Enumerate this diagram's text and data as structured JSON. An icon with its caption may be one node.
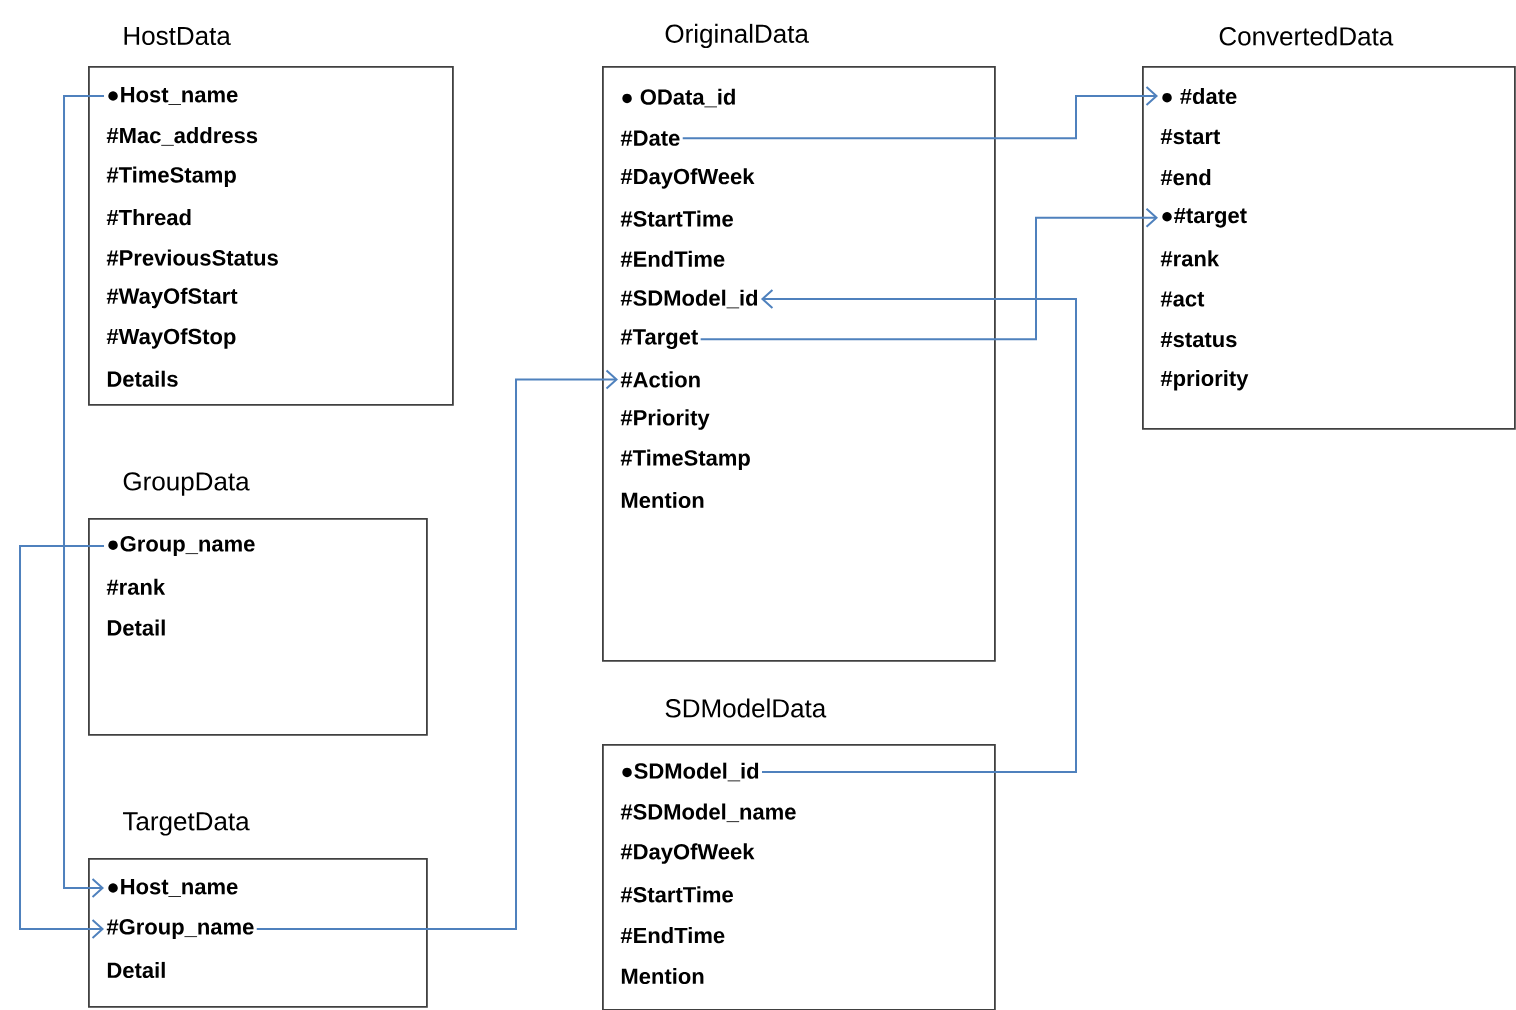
{
  "diagram": {
    "nodes": [
      {
        "text": [
          "HostData"
        ]
      },
      {
        "text": [
          "●Host_name"
        ],
        "in": 0
      },
      {
        "text": [
          "#Mac_address"
        ],
        "in": 0
      },
      {
        "text": [
          "#TimeStamp"
        ],
        "in": 0
      },
      {
        "text": [
          "#Thread"
        ],
        "in": 0
      },
      {
        "text": [
          "#PreviousStatus"
        ],
        "in": 0
      },
      {
        "text": [
          "#WayOfStart"
        ],
        "in": 0
      },
      {
        "text": [
          "#WayOfStop"
        ],
        "in": 0
      },
      {
        "text": [
          "Details"
        ],
        "in": 0
      },
      {
        "text": [
          "OriginalData"
        ]
      },
      {
        "text": [
          "● OData_id"
        ],
        "in": 9
      },
      {
        "text": [
          "#Date"
        ],
        "in": 9
      },
      {
        "text": [
          "#DayOfWeek"
        ],
        "in": 9
      },
      {
        "text": [
          "#StartTime"
        ],
        "in": 9
      },
      {
        "text": [
          "#EndTime"
        ],
        "in": 9
      },
      {
        "text": [
          "#SDModel_id"
        ],
        "in": 9
      },
      {
        "text": [
          "#Target"
        ],
        "in": 9
      },
      {
        "text": [
          "#Action"
        ],
        "in": 9
      },
      {
        "text": [
          "#Priority"
        ],
        "in": 9
      },
      {
        "text": [
          "#TimeStamp"
        ],
        "in": 9
      },
      {
        "text": [
          "Mention"
        ],
        "in": 9
      },
      {
        "text": [
          "ConvertedData"
        ]
      },
      {
        "text": [
          "● #date"
        ],
        "in": 21
      },
      {
        "text": [
          "#start"
        ],
        "in": 21
      },
      {
        "text": [
          "#end"
        ],
        "in": 21
      },
      {
        "text": [
          "●#target"
        ],
        "in": 21
      },
      {
        "text": [
          "#rank"
        ],
        "in": 21
      },
      {
        "text": [
          "#act"
        ],
        "in": 21
      },
      {
        "text": [
          "#status"
        ],
        "in": 21
      },
      {
        "text": [
          "#priority"
        ],
        "in": 21
      },
      {
        "text": [
          "GroupData"
        ]
      },
      {
        "text": [
          "●Group_name"
        ],
        "in": 30
      },
      {
        "text": [
          "#rank"
        ],
        "in": 30
      },
      {
        "text": [
          "Detail"
        ],
        "in": 30
      },
      {
        "text": [
          "SDModelData"
        ]
      },
      {
        "text": [
          "●SDModel_id"
        ],
        "in": 34
      },
      {
        "text": [
          "#SDModel_name"
        ],
        "in": 34
      },
      {
        "text": [
          "#DayOfWeek"
        ],
        "in": 34
      },
      {
        "text": [
          "#StartTime"
        ],
        "in": 34
      },
      {
        "text": [
          "#EndTime"
        ],
        "in": 34
      },
      {
        "text": [
          "Mention"
        ],
        "in": 34
      },
      {
        "text": [
          "TargetData"
        ]
      },
      {
        "text": [
          "●Host_name"
        ],
        "in": 41
      },
      {
        "text": [
          "#Group_name"
        ],
        "in": 41
      },
      {
        "text": [
          "Detail"
        ],
        "in": 41
      }
    ],
    "edges": [
      {
        "from": 1,
        "to": 42,
        "arrow": "to"
      },
      {
        "from": 31,
        "to": 43,
        "arrow": "to"
      },
      {
        "from": 43,
        "to": 17,
        "arrow": "to"
      },
      {
        "from": 11,
        "to": 22,
        "arrow": "to"
      },
      {
        "from": 16,
        "to": 25,
        "arrow": "to"
      },
      {
        "from": 35,
        "to": 15,
        "arrow": "to"
      }
    ]
  }
}
